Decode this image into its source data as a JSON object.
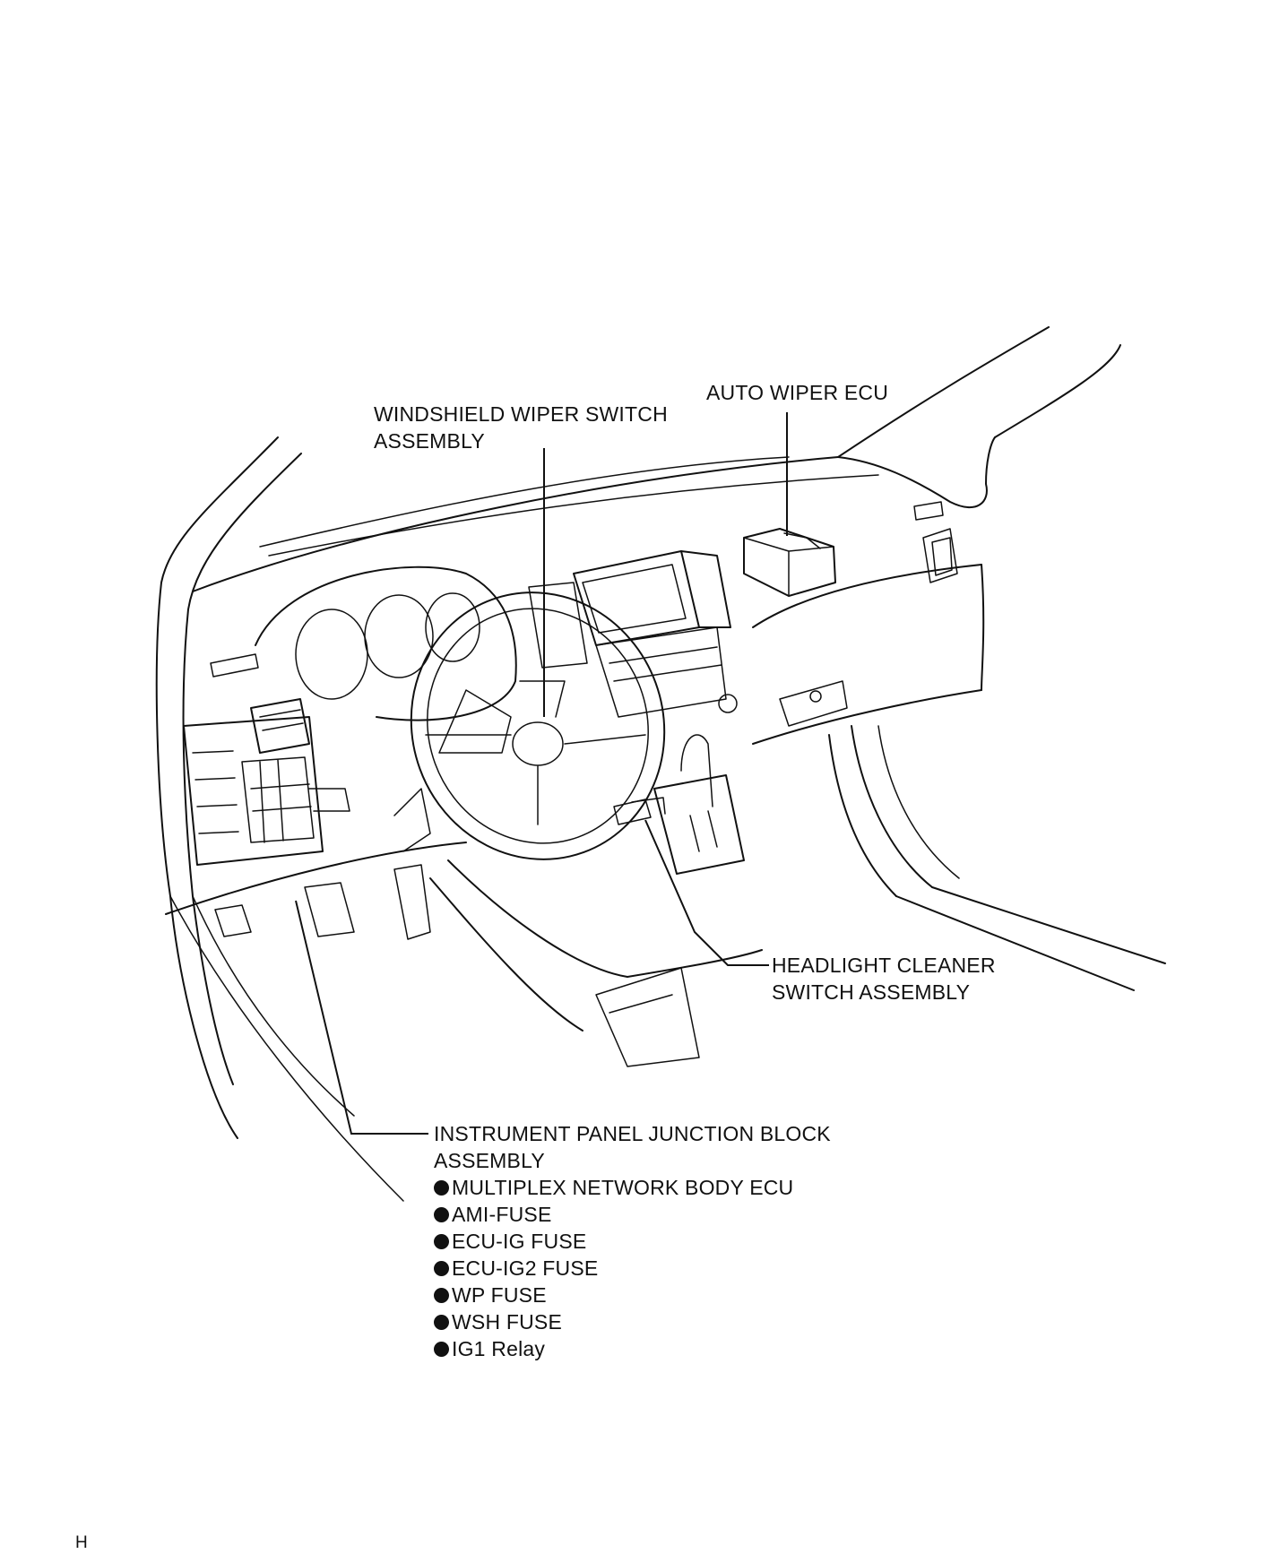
{
  "labels": {
    "wiper_switch": [
      "WINDSHIELD WIPER SWITCH",
      "ASSEMBLY"
    ],
    "auto_wiper_ecu": "AUTO WIPER ECU",
    "headlight_cleaner": [
      "HEADLIGHT CLEANER",
      "SWITCH ASSEMBLY"
    ],
    "junction_block": [
      "INSTRUMENT PANEL JUNCTION BLOCK",
      "ASSEMBLY"
    ],
    "junction_block_contents": [
      "MULTIPLEX NETWORK BODY ECU",
      "AMI-FUSE",
      "ECU-IG FUSE",
      "ECU-IG2 FUSE",
      "WP FUSE",
      "WSH FUSE",
      "IG1 Relay"
    ]
  },
  "page_mark": "H"
}
